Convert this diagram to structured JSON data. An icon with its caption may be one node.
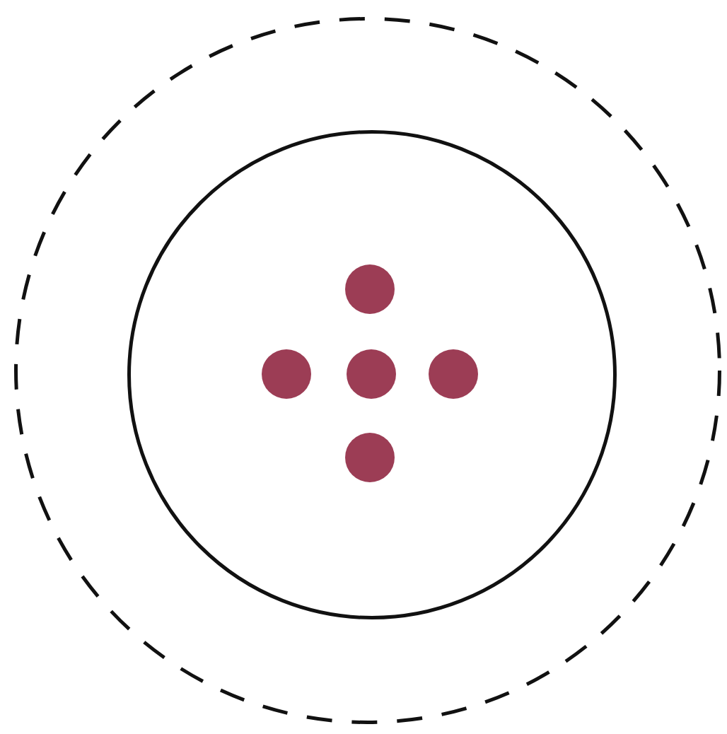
{
  "diagram": {
    "nodes": [
      {
        "text": [],
        "shape": "circle"
      },
      {
        "text": [],
        "shape": "circle",
        "in": 0
      },
      {
        "text": [],
        "shape": "circle",
        "in": 1
      },
      {
        "text": [],
        "shape": "circle",
        "in": 1
      },
      {
        "text": [],
        "shape": "circle",
        "in": 1
      },
      {
        "text": [],
        "shape": "circle",
        "in": 1
      },
      {
        "text": [],
        "shape": "circle",
        "in": 1
      }
    ]
  }
}
